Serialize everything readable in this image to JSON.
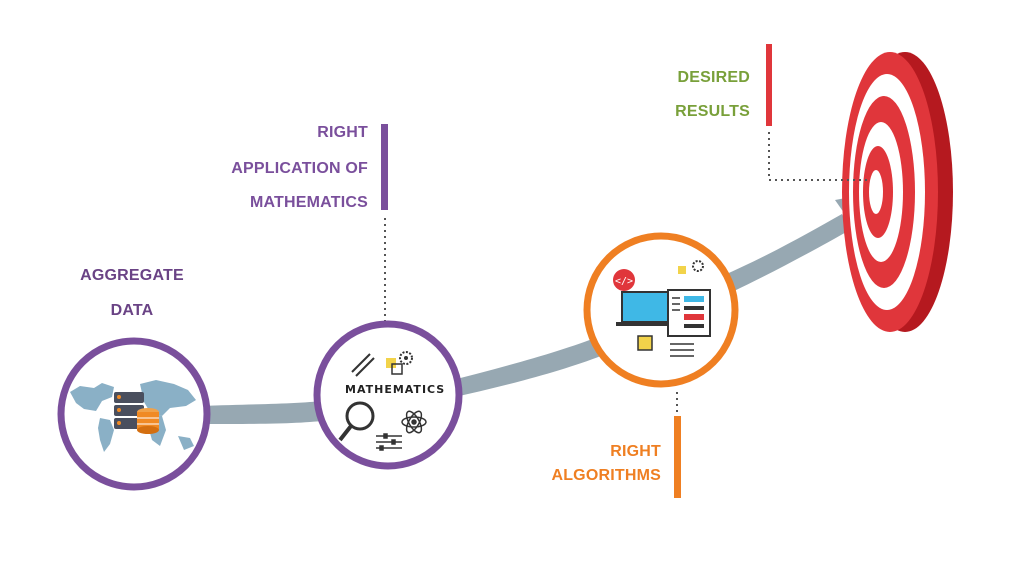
{
  "stages": {
    "aggregate": {
      "line1": "AGGREGATE",
      "line2": "DATA"
    },
    "math": {
      "line1": "RIGHT",
      "line2": "APPLICATION OF",
      "line3": "MATHEMATICS",
      "icon_label": "MATHEMATICS"
    },
    "algo": {
      "line1": "RIGHT",
      "line2": "ALGORITHMS"
    },
    "results": {
      "line1": "DESIRED",
      "line2": "RESULTS"
    }
  },
  "colors": {
    "purple": "#7a4f9c",
    "orange": "#ef7f22",
    "green": "#79a03a",
    "red": "#e0363b",
    "arrow": "#97a8b2"
  }
}
